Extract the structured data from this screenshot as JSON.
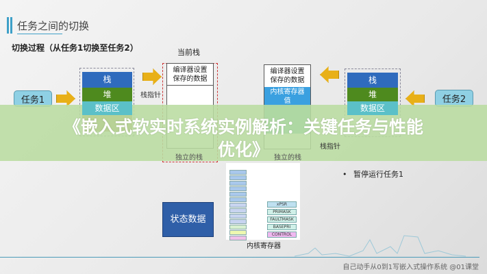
{
  "header": {
    "title": "任务之间的切换",
    "subtitle": "切换过程（从任务1切换至任务2）"
  },
  "diagram": {
    "current_stack_label": "当前栈",
    "task1": "任务1",
    "task2": "任务2",
    "stack": "栈",
    "heap": "堆",
    "data_area": "数据区",
    "compiler_saved": "编译器设置保存的数据",
    "kernel_reg_value": "内核寄存器值",
    "stack_pointer": "栈指针",
    "independent_stack": "独立的栈",
    "bullet": "暂停运行任务1",
    "state_data": "状态数据",
    "kernel_registers": "内核寄存器",
    "registers": [
      "xPSR",
      "PRIMASK",
      "FAULTMASK",
      "BASEPRI",
      "CONTROL"
    ]
  },
  "banner": {
    "line1": "《嵌入式软实时系统实例解析：关键任务与性能",
    "line2": "优化》"
  },
  "footer": {
    "credit": "自己动手从0到1写嵌入式操作系统 @01课堂"
  },
  "colors": {
    "stack": "#2f6bbd",
    "heap": "#4e8a1e",
    "data": "#5bc0c8",
    "banner": "#bfe0a8",
    "arrow": "#e8b018"
  }
}
